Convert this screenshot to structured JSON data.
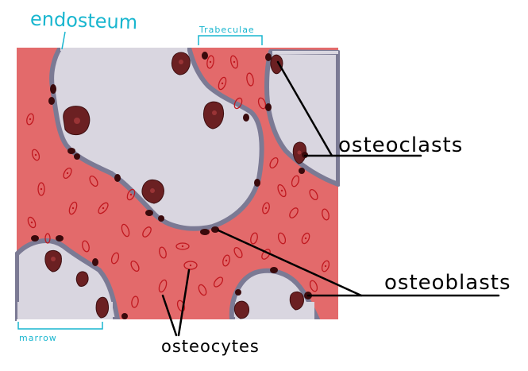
{
  "labels": {
    "endosteum": "endosteum",
    "trabeculae": "Trabeculae",
    "marrow": "marrow",
    "osteoclasts": "osteoclasts",
    "osteoblasts": "osteoblasts",
    "osteocytes": "osteocytes"
  },
  "colors": {
    "bone": "#e36a6b",
    "marrow": "#d9d6e0",
    "endosteum": "#7b7a94",
    "osteoclast": "#6b2022",
    "osteoblast": "#3a0a0c",
    "osteocyte_outline": "#c0181f",
    "annotation_blue": "#19b6cf"
  }
}
